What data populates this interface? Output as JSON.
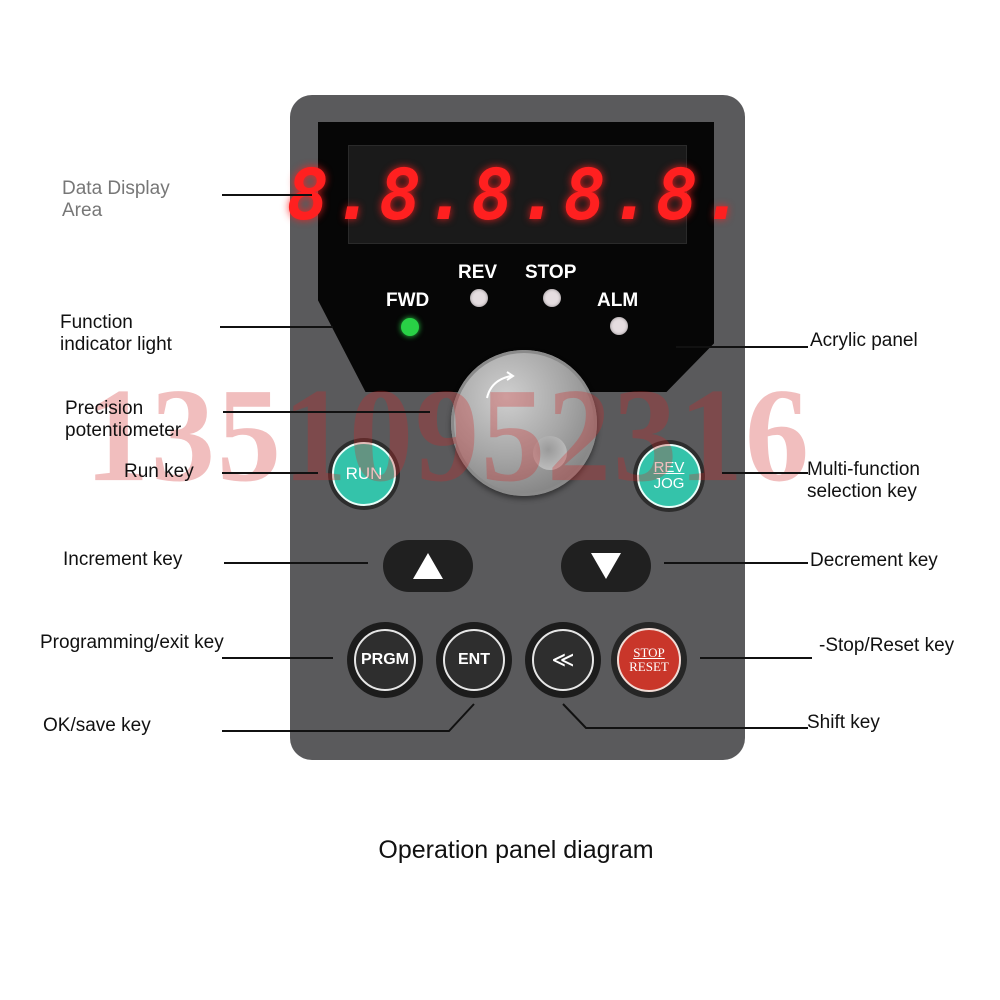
{
  "display": {
    "digits": "8.8.8.8.8."
  },
  "indicators": {
    "fwd": "FWD",
    "rev": "REV",
    "stop": "STOP",
    "alm": "ALM"
  },
  "keys": {
    "run": "RUN",
    "rev_jog_top": "REV",
    "rev_jog_bottom": "JOG",
    "prgm": "PRGM",
    "ent": "ENT",
    "shift": "≪",
    "stop_reset_top": "STOP",
    "stop_reset_bottom": "RESET"
  },
  "labels": {
    "data_display_line1": "Data Display",
    "data_display_line2": "Area",
    "function_indicator_line1": "Function",
    "function_indicator_line2": "indicator light",
    "potentiometer_line1": "Precision",
    "potentiometer_line2": "potentiometer",
    "run_key": "Run key",
    "increment_key": "Increment key",
    "programming_key": "Programming/exit key",
    "ok_save_key": "OK/save key",
    "acrylic_panel": "Acrylic panel",
    "multi_function_line1": "Multi-function",
    "multi_function_line2": "selection key",
    "decrement_key": "Decrement key",
    "stop_reset_key": "-Stop/Reset key",
    "shift_key": "Shift key"
  },
  "watermark": "13510952316",
  "caption": "Operation panel diagram",
  "colors": {
    "panel": "#5a5a5c",
    "lcd_digits": "#ff2020",
    "run_key": "#34c3aa",
    "stop_reset_key": "#c9362a",
    "fwd_led": "#29d146"
  }
}
